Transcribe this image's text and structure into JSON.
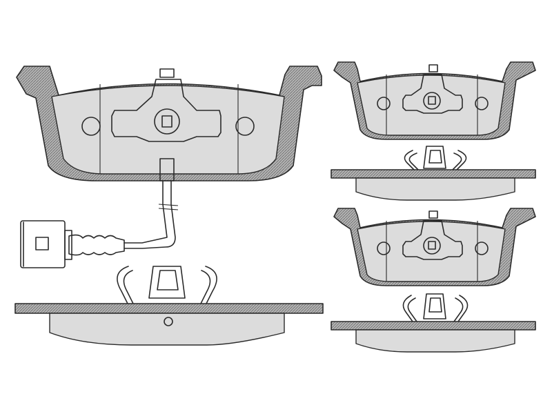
{
  "colors": {
    "background": "#ffffff",
    "line": "#2a2a2a",
    "backing_plate": "#9a9a9a",
    "friction_material": "#dcdcdc",
    "sensor_body": "#d9d9d9"
  },
  "figure": {
    "components": [
      "large-brake-pad-with-wear-sensor",
      "wear-sensor-cable",
      "wear-sensor-connector",
      "large-pad-spring-clip",
      "large-pad-side-view",
      "small-brake-pad-top",
      "small-pad-top-spring-clip",
      "small-pad-top-side-view",
      "small-brake-pad-bottom",
      "small-pad-bottom-spring-clip",
      "small-pad-bottom-side-view"
    ]
  }
}
